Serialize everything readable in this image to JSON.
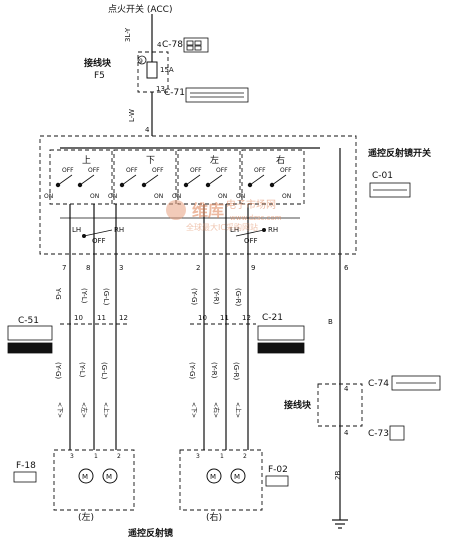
{
  "header": {
    "ignition_switch": "点火开关 (ACC)"
  },
  "junction_block_top": {
    "label": "接线块",
    "fuse_id": "F5",
    "fuse_num": "9",
    "fuse_rating": "15A"
  },
  "connectors": {
    "c78": "C-78",
    "c71": "C-71",
    "c01": "C-01",
    "c51": "C-51",
    "c21": "C-21",
    "c74": "C-74",
    "c73": "C-73",
    "f18": "F-18",
    "f02": "F-02"
  },
  "wires": {
    "top": "3L-Y",
    "mid": "L-W",
    "b": "B",
    "ground": "2B",
    "yg_l": "Y-G",
    "yl_l": "(Y-L)",
    "gl_l": "(G-L)",
    "yg_r": "(Y-G)",
    "yr_r": "(Y-R)",
    "gr_r": "(G-R)",
    "yg_l2": "(Y-G)",
    "yl_l2": "(Y-L)",
    "gl_l2": "(G-L)",
    "yg_r2": "(Y-G)",
    "yr_r2": "(Y-R)",
    "gr_r2": "(G-R)"
  },
  "pins": {
    "c78": "4",
    "c71": "13",
    "sw_in": "4",
    "sw7": "7",
    "sw8": "8",
    "sw3": "3",
    "sw2": "2",
    "sw9": "9",
    "sw6": "6",
    "l10": "10",
    "l11": "11",
    "l12": "12",
    "r10": "10",
    "r11": "11",
    "r12": "12",
    "jb_in": "4",
    "jb_out": "4",
    "ml3": "3",
    "ml1": "1",
    "ml2": "2",
    "mr3": "3",
    "mr1": "1",
    "mr2": "2"
  },
  "switch": {
    "title": "遥控反射镜开关",
    "dir_up": "上",
    "dir_down": "下",
    "dir_left": "左",
    "dir_right": "右",
    "off": "OFF",
    "on": "ON",
    "lh": "LH",
    "rh": "RH",
    "off_sel": "OFF"
  },
  "junction_block_bottom": {
    "label": "接线块"
  },
  "mirrors": {
    "left": "(左)",
    "right": "(右)",
    "caption": "遥控反射镜",
    "motor": "M",
    "dir_l1": "<下>",
    "dir_l2": "<左>",
    "dir_l3": "<上>",
    "dir_r1": "<下>",
    "dir_r2": "<右>",
    "dir_r3": "<上>"
  },
  "watermark": {
    "brand": "维库",
    "sub": "电子市场网",
    "url": "www.dzsc.com",
    "slogan": "全球最大IC采购网站"
  }
}
